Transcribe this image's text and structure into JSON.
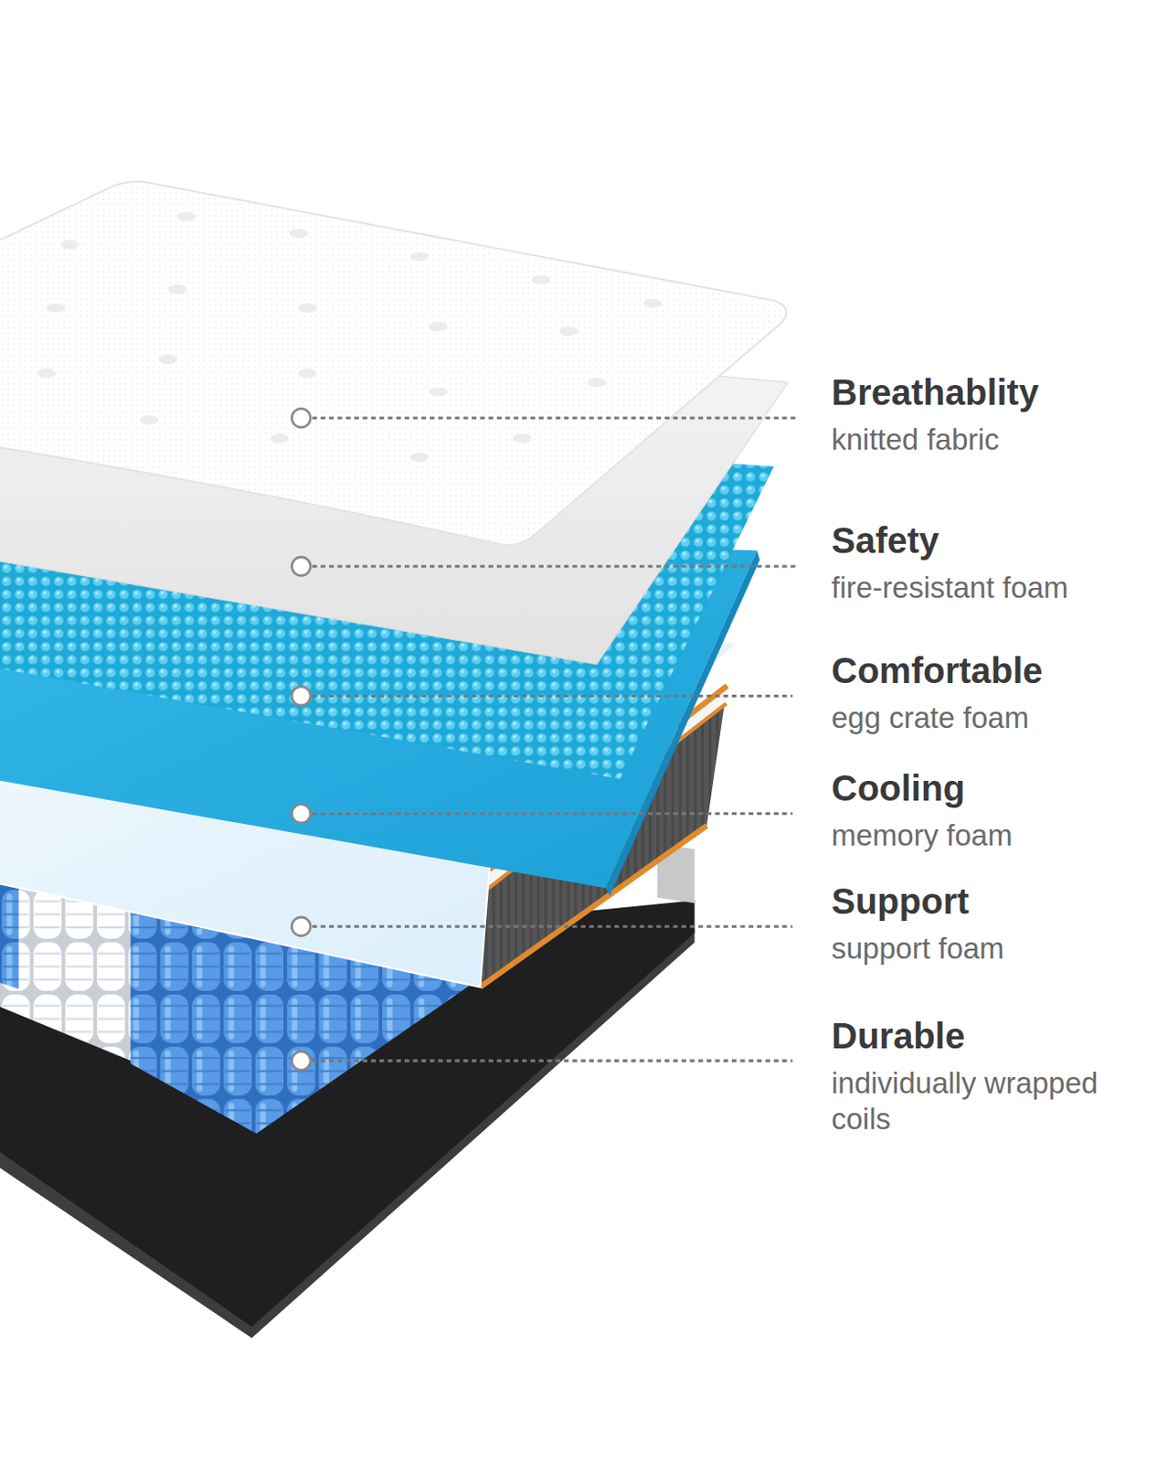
{
  "diagram": {
    "labels": [
      "Breathablity",
      "knitted fabric",
      "Safety",
      "fire-resistant foam",
      "Comfortable",
      "egg crate foam",
      "Cooling",
      "memory foam",
      "Support",
      "support foam",
      "Durable",
      "individually wrapped coils"
    ]
  }
}
